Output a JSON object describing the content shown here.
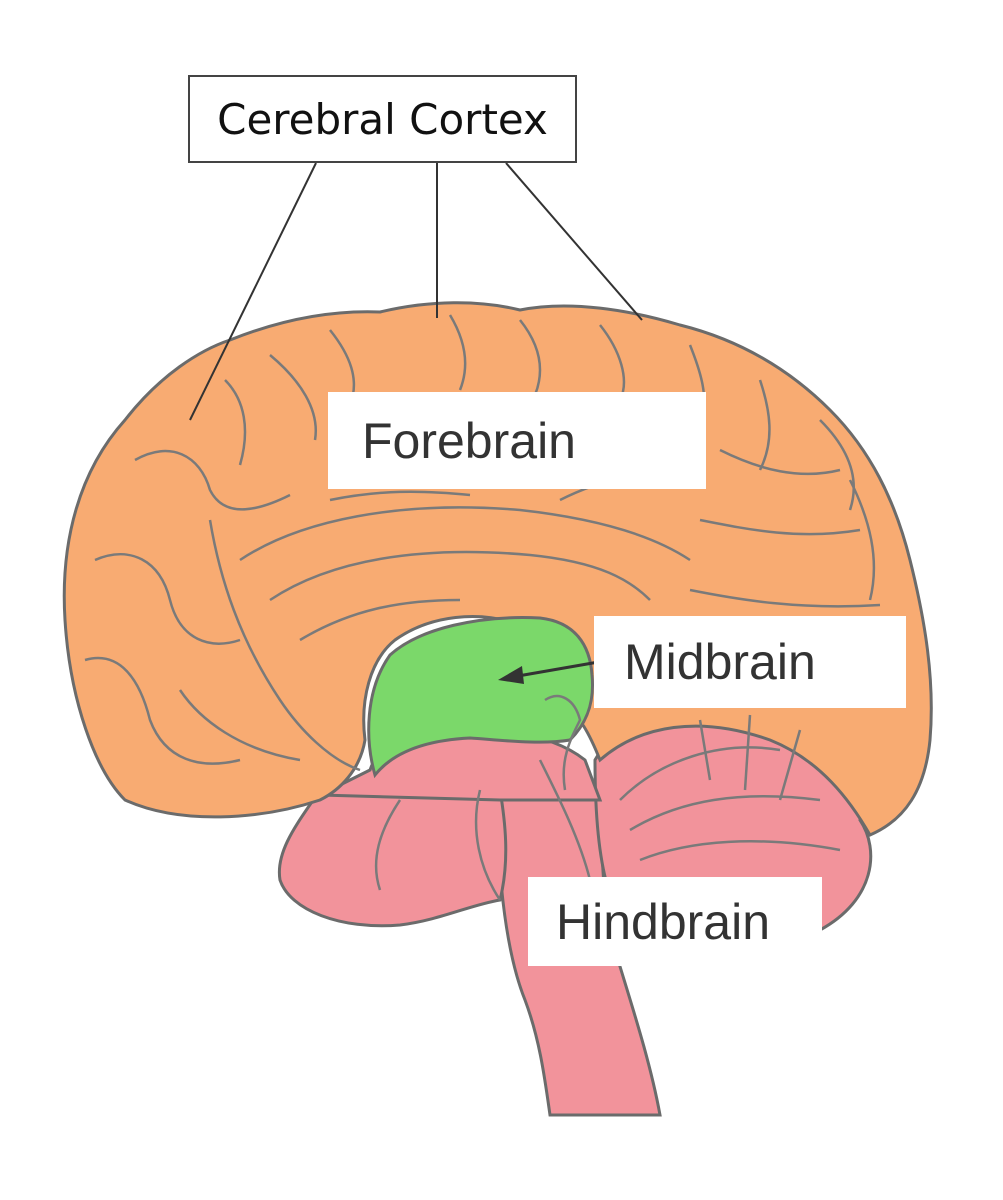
{
  "labels": {
    "cerebral_cortex": "Cerebral Cortex",
    "forebrain": "Forebrain",
    "midbrain": "Midbrain",
    "hindbrain": "Hindbrain"
  },
  "colors": {
    "forebrain": "#F8AB72",
    "midbrain": "#7BD86A",
    "hindbrain": "#F2939B",
    "outline": "#6B6B6B",
    "fold_lines": "#7A7A7A",
    "leader_lines": "#333333",
    "background": "#FFFFFF"
  }
}
